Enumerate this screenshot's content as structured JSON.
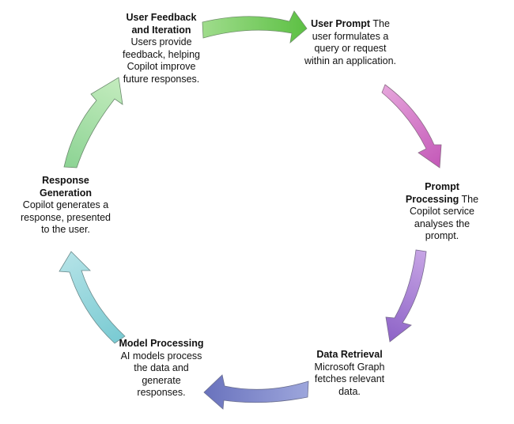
{
  "steps": [
    {
      "title": "User Feedback and Iteration",
      "body": "Users provide feedback, helping Copilot improve future responses."
    },
    {
      "title": "User Prompt",
      "body": "The user formulates a query or request within an application."
    },
    {
      "title": "Prompt Processing",
      "body": "The Copilot service analyses the prompt."
    },
    {
      "title": "Data Retrieval",
      "body": "Microsoft Graph fetches relevant data."
    },
    {
      "title": "Model Processing",
      "body": "AI models process the data and generate responses."
    },
    {
      "title": "Response Generation",
      "body": "Copilot generates a response, presented to the user."
    }
  ],
  "arrow_colors": {
    "feedback_to_prompt": [
      "#9fdc8c",
      "#5cc043"
    ],
    "prompt_to_processing": [
      "#e6a6dc",
      "#c254b6"
    ],
    "processing_to_retrieval": [
      "#c9a7e6",
      "#8d63c7"
    ],
    "retrieval_to_model": [
      "#9da6dc",
      "#6972bd"
    ],
    "model_to_response": [
      "#7bcbd3",
      "#b5e3e7"
    ],
    "response_to_feedback": [
      "#8ed495",
      "#c4ecbe"
    ]
  }
}
